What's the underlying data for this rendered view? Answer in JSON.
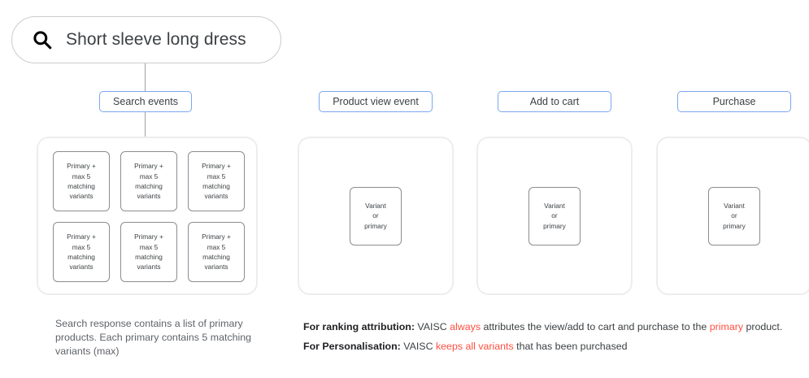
{
  "search": {
    "query": "Short sleeve long dress",
    "icon": "search-icon"
  },
  "colors": {
    "label_border": "#7ba7f0",
    "panel_border": "#ededed",
    "card_border": "#8a8d91",
    "highlight": "#ff4f40",
    "connector": "#9aa0a6"
  },
  "stages": [
    {
      "id": "search-events",
      "label": "Search events"
    },
    {
      "id": "product-view-event",
      "label": "Product view event"
    },
    {
      "id": "add-to-cart",
      "label": "Add to cart"
    },
    {
      "id": "purchase",
      "label": "Purchase"
    }
  ],
  "primary_card": {
    "line1": "Primary +",
    "line2": "max 5",
    "line3": "matching",
    "line4": "variants",
    "count": 6
  },
  "variant_card": {
    "line1": "Variant",
    "line2": "or",
    "line3": "primary"
  },
  "captions": {
    "left": "Search response contains a list of primary products. Each primary contains 5 matching variants (max)"
  },
  "notes": [
    {
      "bold": "For ranking attribution:",
      "part1": " VAISC ",
      "highlight1": "always",
      "part2": " attributes the view/add to cart and purchase to the ",
      "highlight2": "primary",
      "part3": " product."
    },
    {
      "bold": "For Personalisation:",
      "part1": " VAISC ",
      "highlight1": "keeps all variants",
      "part2": " that has been purchased",
      "highlight2": "",
      "part3": ""
    }
  ]
}
